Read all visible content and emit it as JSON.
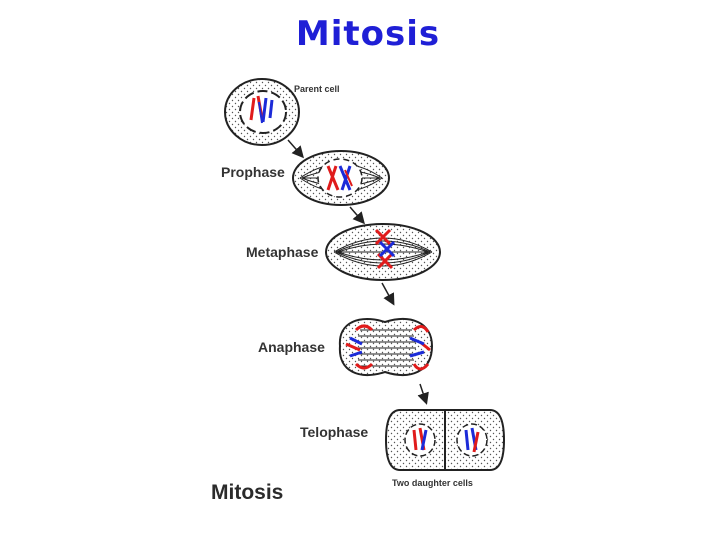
{
  "title": "Mitosis",
  "labels": {
    "parent_cell": "Parent cell",
    "prophase": "Prophase",
    "metaphase": "Metaphase",
    "anaphase": "Anaphase",
    "telophase": "Telophase",
    "daughter_cells": "Two daughter cells",
    "figure_title": "Mitosis"
  },
  "colors": {
    "title": "#1f1fd6",
    "chromosome_red": "#e01b1b",
    "chromosome_blue": "#1c2bd8",
    "outline": "#222222"
  }
}
